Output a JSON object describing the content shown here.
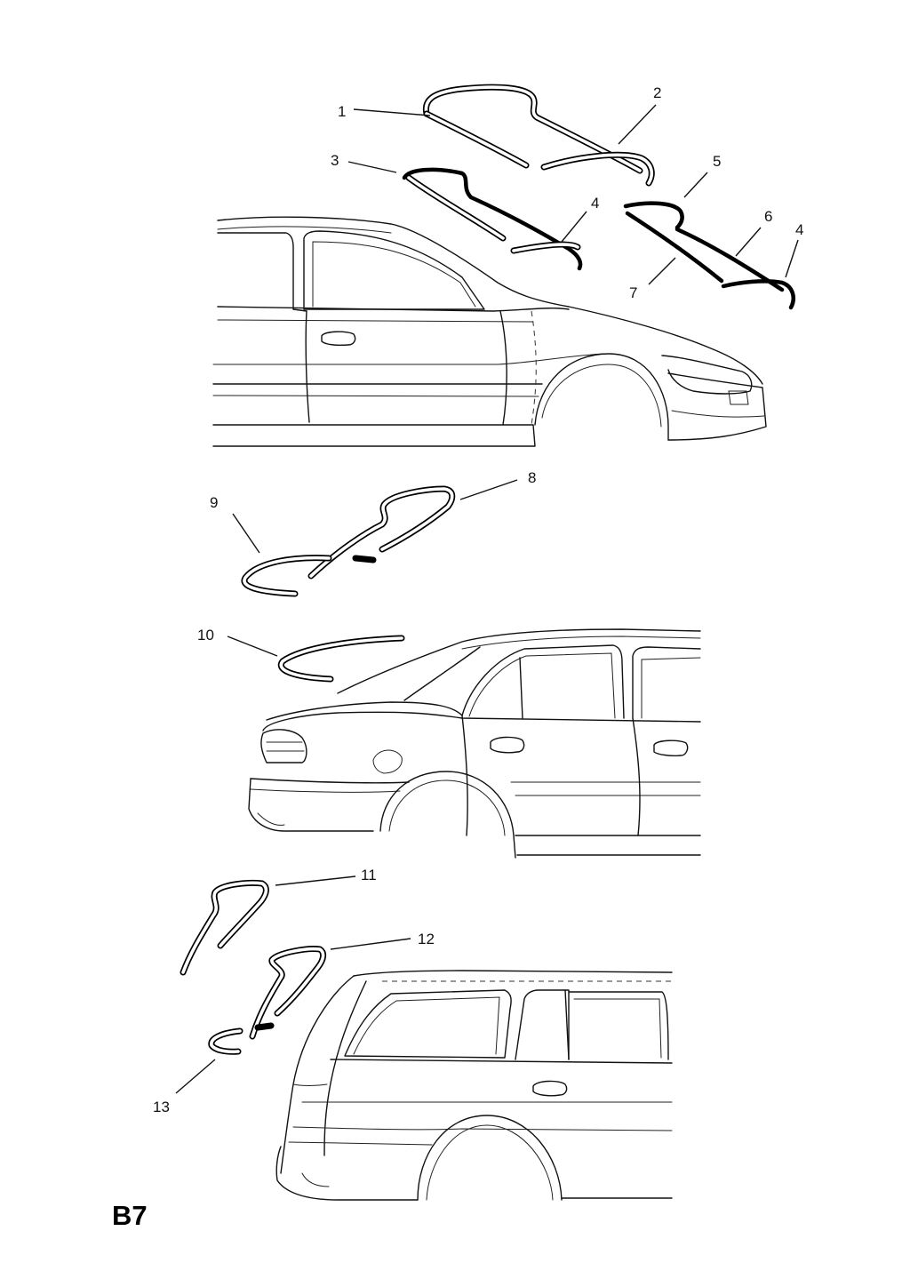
{
  "sheet_code": "B7",
  "callouts": [
    "1",
    "2",
    "3",
    "4",
    "5",
    "6",
    "4",
    "7",
    "8",
    "9",
    "10",
    "11",
    "12",
    "13"
  ]
}
